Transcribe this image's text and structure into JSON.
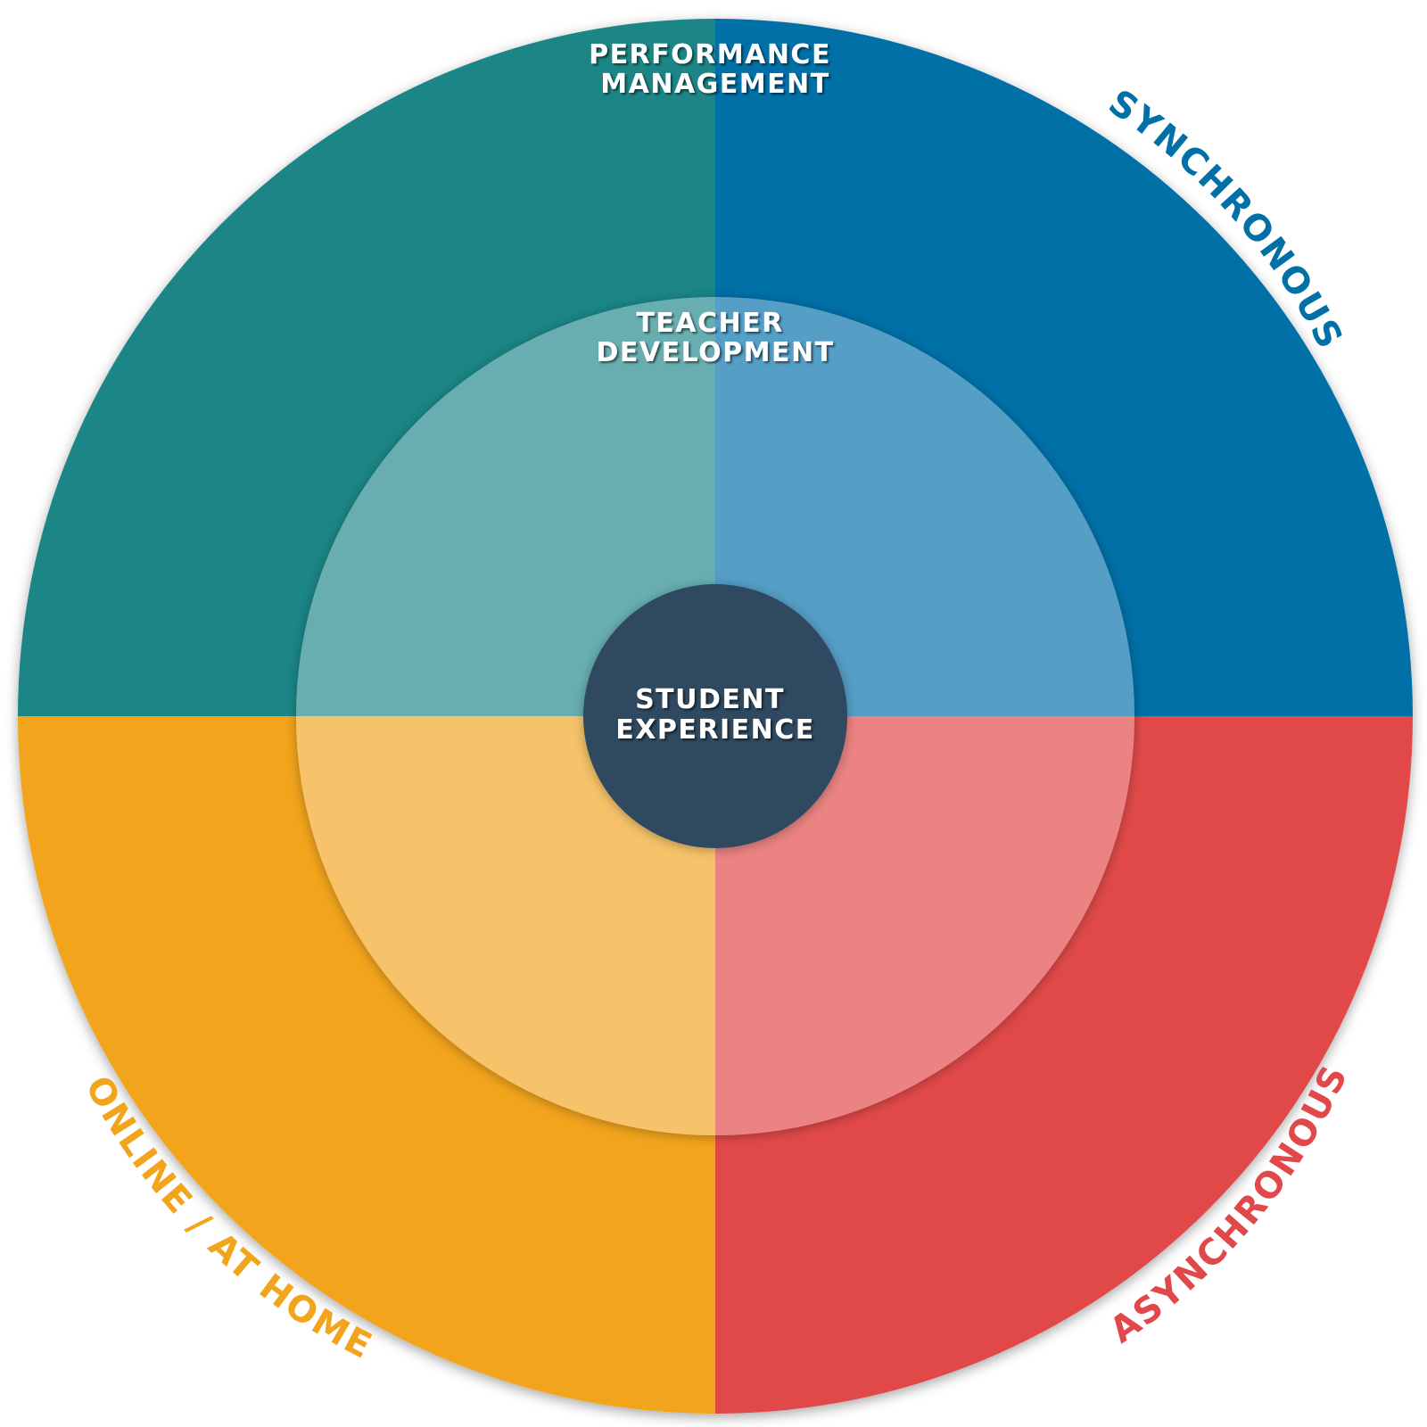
{
  "center_label": [
    "STUDENT",
    "EXPERIENCE"
  ],
  "middle_ring_label": [
    "TEACHER",
    "DEVELOPMENT"
  ],
  "outer_ring_label": [
    "PERFORMANCE",
    "MANAGEMENT"
  ],
  "quadrants": [
    {
      "position": "top-left",
      "label": "IN-PERSON",
      "outer_color": "#1f8585",
      "inner_color": "#68aeb1",
      "label_color": "#1f8585"
    },
    {
      "position": "top-right",
      "label": "SYNCHRONOUS",
      "outer_color": "#0070a7",
      "inner_color": "#559ec6",
      "label_color": "#0070a7"
    },
    {
      "position": "bottom-right",
      "label": "ASYNCHRONOUS",
      "outer_color": "#e14849",
      "inner_color": "#ec8383",
      "label_color": "#e14849"
    },
    {
      "position": "bottom-left",
      "label": "ONLINE / AT HOME",
      "outer_color": "#f2a41d",
      "inner_color": "#f6c36a",
      "label_color": "#f2a41d"
    }
  ],
  "center_color": "#2f4860"
}
